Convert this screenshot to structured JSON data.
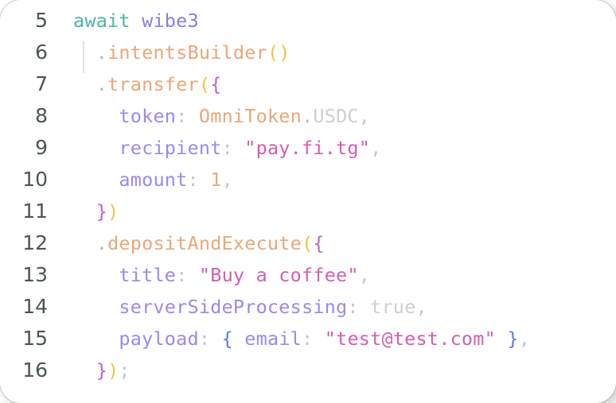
{
  "editor": {
    "language": "typescript",
    "first_line_number": 5,
    "colors": {
      "background": "#ffffff",
      "line_number": "#4b5557",
      "keyword": "#4bb5a3",
      "identifier": "#8c7ce0",
      "method": "#e8a87a",
      "paren": "#e9c93f",
      "brace_purple": "#c062cc",
      "brace_blue": "#5b7be8",
      "property": "#9a8be8",
      "string": "#d45fb0",
      "number": "#e0b07a",
      "constant": "#cfcfd4",
      "punctuation": "#c6c6ca"
    },
    "lines": [
      {
        "number": "5",
        "tokens": [
          {
            "text": "await",
            "type": "keyword"
          },
          {
            "text": " ",
            "type": "punct"
          },
          {
            "text": "wibe3",
            "type": "ident"
          }
        ]
      },
      {
        "number": "6",
        "tokens": [
          {
            "text": "  ",
            "type": "punct"
          },
          {
            "text": ".",
            "type": "dot"
          },
          {
            "text": "intentsBuilder",
            "type": "method"
          },
          {
            "text": "(",
            "type": "paren"
          },
          {
            "text": ")",
            "type": "paren"
          }
        ]
      },
      {
        "number": "7",
        "tokens": [
          {
            "text": "  ",
            "type": "punct"
          },
          {
            "text": ".",
            "type": "dot"
          },
          {
            "text": "transfer",
            "type": "method"
          },
          {
            "text": "(",
            "type": "paren"
          },
          {
            "text": "{",
            "type": "brace-p"
          }
        ]
      },
      {
        "number": "8",
        "tokens": [
          {
            "text": "    ",
            "type": "punct"
          },
          {
            "text": "token",
            "type": "prop"
          },
          {
            "text": ":",
            "type": "colon"
          },
          {
            "text": " ",
            "type": "punct"
          },
          {
            "text": "OmniToken",
            "type": "class"
          },
          {
            "text": ".",
            "type": "dot"
          },
          {
            "text": "USDC",
            "type": "member"
          },
          {
            "text": ",",
            "type": "comma"
          }
        ]
      },
      {
        "number": "9",
        "tokens": [
          {
            "text": "    ",
            "type": "punct"
          },
          {
            "text": "recipient",
            "type": "prop"
          },
          {
            "text": ":",
            "type": "colon"
          },
          {
            "text": " ",
            "type": "punct"
          },
          {
            "text": "\"pay.fi.tg\"",
            "type": "string"
          },
          {
            "text": ",",
            "type": "comma"
          }
        ]
      },
      {
        "number": "10",
        "tokens": [
          {
            "text": "    ",
            "type": "punct"
          },
          {
            "text": "amount",
            "type": "prop"
          },
          {
            "text": ":",
            "type": "colon"
          },
          {
            "text": " ",
            "type": "punct"
          },
          {
            "text": "1",
            "type": "number"
          },
          {
            "text": ",",
            "type": "comma"
          }
        ]
      },
      {
        "number": "11",
        "tokens": [
          {
            "text": "  ",
            "type": "punct"
          },
          {
            "text": "}",
            "type": "brace-p"
          },
          {
            "text": ")",
            "type": "paren"
          }
        ]
      },
      {
        "number": "12",
        "tokens": [
          {
            "text": "  ",
            "type": "punct"
          },
          {
            "text": ".",
            "type": "dot"
          },
          {
            "text": "depositAndExecute",
            "type": "method"
          },
          {
            "text": "(",
            "type": "paren"
          },
          {
            "text": "{",
            "type": "brace-p"
          }
        ]
      },
      {
        "number": "13",
        "tokens": [
          {
            "text": "    ",
            "type": "punct"
          },
          {
            "text": "title",
            "type": "prop"
          },
          {
            "text": ":",
            "type": "colon"
          },
          {
            "text": " ",
            "type": "punct"
          },
          {
            "text": "\"Buy a coffee\"",
            "type": "string"
          },
          {
            "text": ",",
            "type": "comma"
          }
        ]
      },
      {
        "number": "14",
        "tokens": [
          {
            "text": "    ",
            "type": "punct"
          },
          {
            "text": "serverSideProcessing",
            "type": "prop"
          },
          {
            "text": ":",
            "type": "colon"
          },
          {
            "text": " ",
            "type": "punct"
          },
          {
            "text": "true",
            "type": "const"
          },
          {
            "text": ",",
            "type": "comma"
          }
        ]
      },
      {
        "number": "15",
        "tokens": [
          {
            "text": "    ",
            "type": "punct"
          },
          {
            "text": "payload",
            "type": "prop"
          },
          {
            "text": ":",
            "type": "colon"
          },
          {
            "text": " ",
            "type": "punct"
          },
          {
            "text": "{",
            "type": "brace-b"
          },
          {
            "text": " ",
            "type": "punct"
          },
          {
            "text": "email",
            "type": "prop"
          },
          {
            "text": ":",
            "type": "colon"
          },
          {
            "text": " ",
            "type": "punct"
          },
          {
            "text": "\"test@test.com\"",
            "type": "string"
          },
          {
            "text": " ",
            "type": "punct"
          },
          {
            "text": "}",
            "type": "brace-b"
          },
          {
            "text": ",",
            "type": "comma"
          }
        ]
      },
      {
        "number": "16",
        "tokens": [
          {
            "text": "  ",
            "type": "punct"
          },
          {
            "text": "}",
            "type": "brace-p"
          },
          {
            "text": ")",
            "type": "paren"
          },
          {
            "text": ";",
            "type": "colon"
          }
        ]
      }
    ]
  }
}
